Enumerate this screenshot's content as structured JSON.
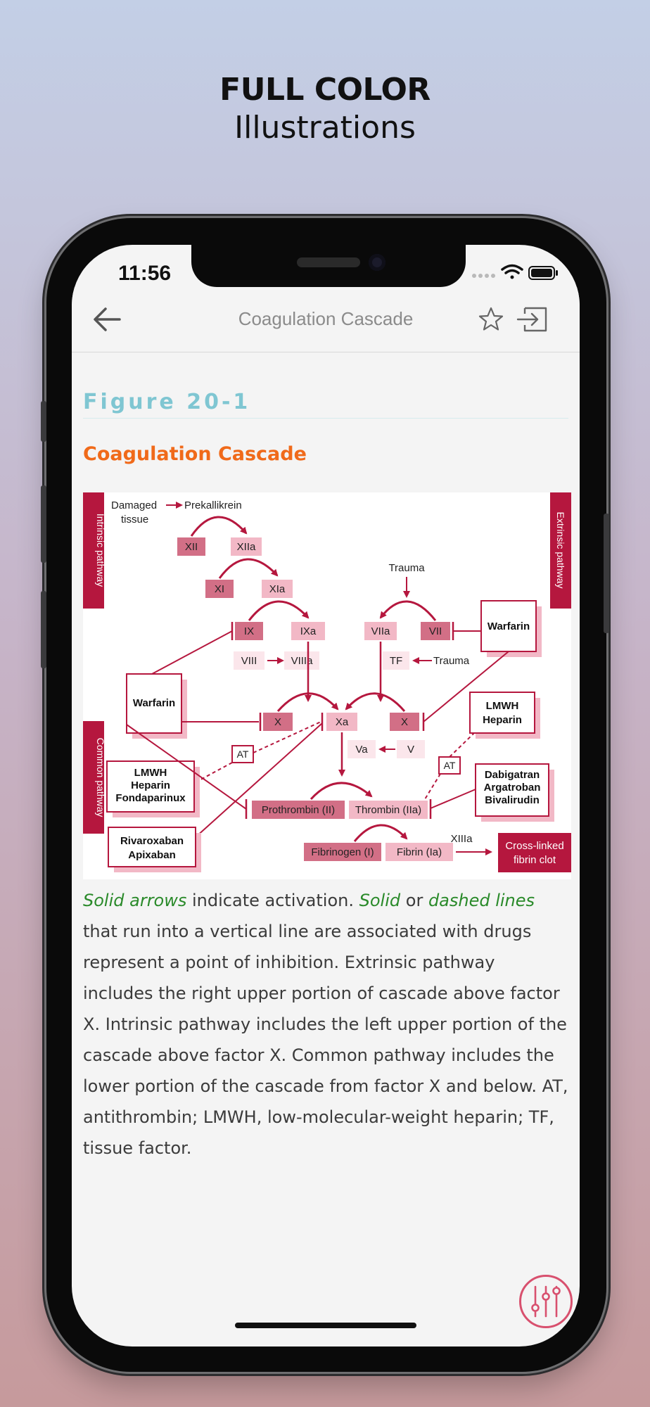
{
  "promo": {
    "title": "FULL COLOR",
    "subtitle": "Illustrations"
  },
  "status_bar": {
    "time": "11:56"
  },
  "navbar": {
    "title": "Coagulation Cascade"
  },
  "figure": {
    "label": "Figure 20-1",
    "heading": "Coagulation Cascade"
  },
  "diagram": {
    "sidebar_intrinsic": "Intrinsic pathway",
    "sidebar_extrinsic": "Extrinsic pathway",
    "sidebar_common": "Common pathway",
    "damaged_tissue_1": "Damaged",
    "damaged_tissue_2": "tissue",
    "prekallikrein": "Prekallikrein",
    "xii": "XII",
    "xiia": "XIIa",
    "xi": "XI",
    "xia": "XIa",
    "ix": "IX",
    "ixa": "IXa",
    "viii": "VIII",
    "viiia": "VIIIa",
    "trauma_top": "Trauma",
    "viia": "VIIa",
    "vii": "VII",
    "tf": "TF",
    "trauma_side": "Trauma",
    "warfarin_right": "Warfarin",
    "warfarin_left": "Warfarin",
    "x_left": "X",
    "xa": "Xa",
    "x_right": "X",
    "lmwh_heparin_1": "LMWH",
    "lmwh_heparin_2": "Heparin",
    "at_left": "AT",
    "at_right": "AT",
    "va": "Va",
    "v": "V",
    "lmwh_fonda_1": "LMWH",
    "lmwh_fonda_2": "Heparin",
    "lmwh_fonda_3": "Fondaparinux",
    "dabi_1": "Dabigatran",
    "dabi_2": "Argatroban",
    "dabi_3": "Bivalirudin",
    "prothrombin": "Prothrombin (II)",
    "thrombin": "Thrombin (IIa)",
    "riva_1": "Rivaroxaban",
    "riva_2": "Apixaban",
    "xiiia": "XIIIa",
    "fibrinogen": "Fibrinogen (I)",
    "fibrin": "Fibrin (Ia)",
    "clot_1": "Cross-linked",
    "clot_2": "fibrin clot"
  },
  "caption": {
    "hl1": "Solid arrows",
    "t1": " indicate activation. ",
    "hl2": "Solid",
    "t2": " or ",
    "hl3": "dashed lines",
    "t3": " that run into a vertical line are associated with drugs represent a point of inhibition. Extrinsic pathway includes the right upper portion of cascade above factor X. Intrinsic pathway includes the left upper portion of the cascade above factor X. Common pathway includes the lower portion of the cascade from factor X and below. AT, antithrombin; LMWH, low-molecular-weight heparin; TF, tissue factor."
  },
  "colors": {
    "accent_red": "#b5173e",
    "figure_label": "#7fc6d2",
    "heading_orange": "#f06a1a",
    "caption_green": "#2a8a2a"
  },
  "icons": [
    "back-arrow-icon",
    "star-icon",
    "exit-icon",
    "wifi-icon",
    "battery-icon",
    "settings-sliders-icon"
  ]
}
